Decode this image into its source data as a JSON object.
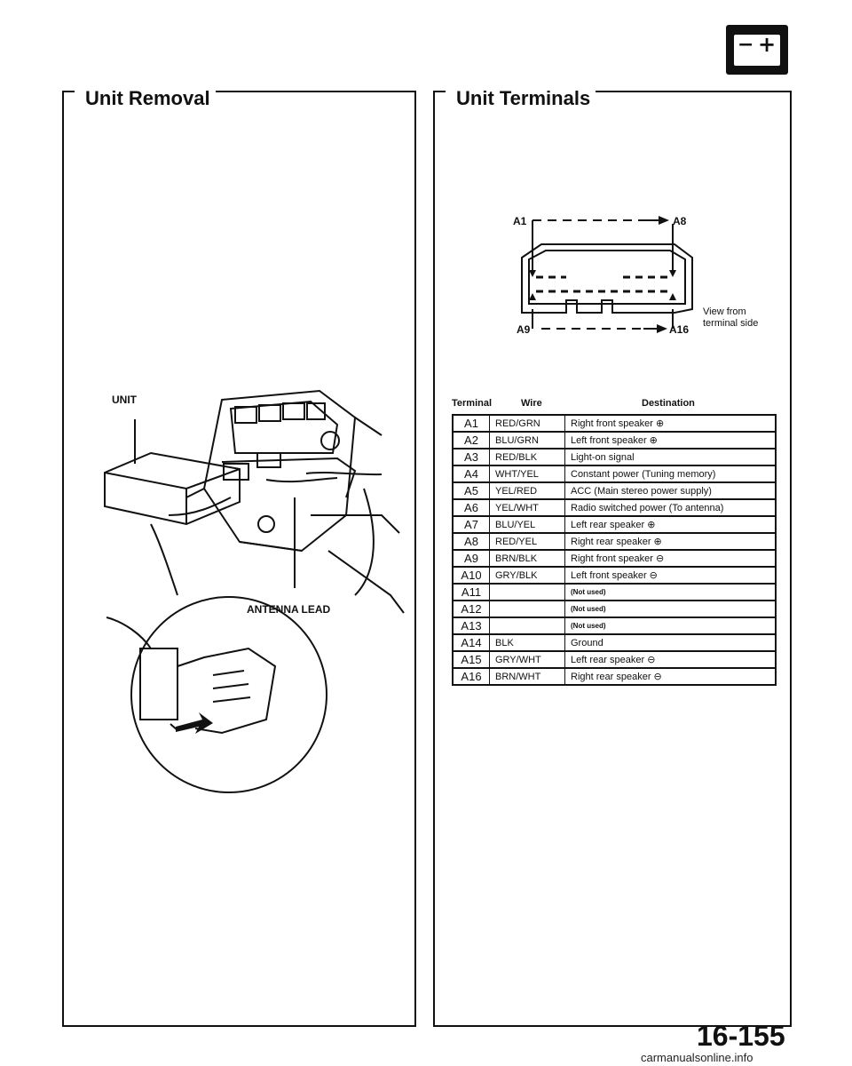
{
  "battery_icon": {
    "minus": "−",
    "plus": "+"
  },
  "unit_removal": {
    "title": "Unit Removal",
    "labels": {
      "unit": "UNIT",
      "antenna_lead": "ANTENNA LEAD"
    }
  },
  "unit_terminals": {
    "title": "Unit Terminals",
    "connector": {
      "top_left": "A1",
      "top_right": "A8",
      "bottom_left": "A9",
      "bottom_right": "A16",
      "view_note_line1": "View from",
      "view_note_line2": "terminal side"
    },
    "headers": {
      "terminal": "Terminal",
      "wire": "Wire",
      "destination": "Destination"
    },
    "rows": [
      {
        "terminal": "A1",
        "wire": "RED/GRN",
        "destination": "Right front speaker ⊕"
      },
      {
        "terminal": "A2",
        "wire": "BLU/GRN",
        "destination": "Left front speaker ⊕"
      },
      {
        "terminal": "A3",
        "wire": "RED/BLK",
        "destination": "Light-on signal"
      },
      {
        "terminal": "A4",
        "wire": "WHT/YEL",
        "destination": "Constant power (Tuning memory)"
      },
      {
        "terminal": "A5",
        "wire": "YEL/RED",
        "destination": "ACC (Main stereo power supply)"
      },
      {
        "terminal": "A6",
        "wire": "YEL/WHT",
        "destination": "Radio switched power (To antenna)"
      },
      {
        "terminal": "A7",
        "wire": "BLU/YEL",
        "destination": "Left rear speaker ⊕"
      },
      {
        "terminal": "A8",
        "wire": "RED/YEL",
        "destination": "Right rear speaker ⊕"
      },
      {
        "terminal": "A9",
        "wire": "BRN/BLK",
        "destination": "Right front speaker ⊖"
      },
      {
        "terminal": "A10",
        "wire": "GRY/BLK",
        "destination": "Left front speaker ⊖"
      },
      {
        "terminal": "A11",
        "wire": "",
        "destination": "(Not used)"
      },
      {
        "terminal": "A12",
        "wire": "",
        "destination": "(Not used)"
      },
      {
        "terminal": "A13",
        "wire": "",
        "destination": "(Not used)"
      },
      {
        "terminal": "A14",
        "wire": "BLK",
        "destination": "Ground"
      },
      {
        "terminal": "A15",
        "wire": "GRY/WHT",
        "destination": "Left rear speaker ⊖"
      },
      {
        "terminal": "A16",
        "wire": "BRN/WHT",
        "destination": "Right rear speaker ⊖"
      }
    ]
  },
  "page_number": "16-155",
  "watermark": "carmanualsonline.info"
}
